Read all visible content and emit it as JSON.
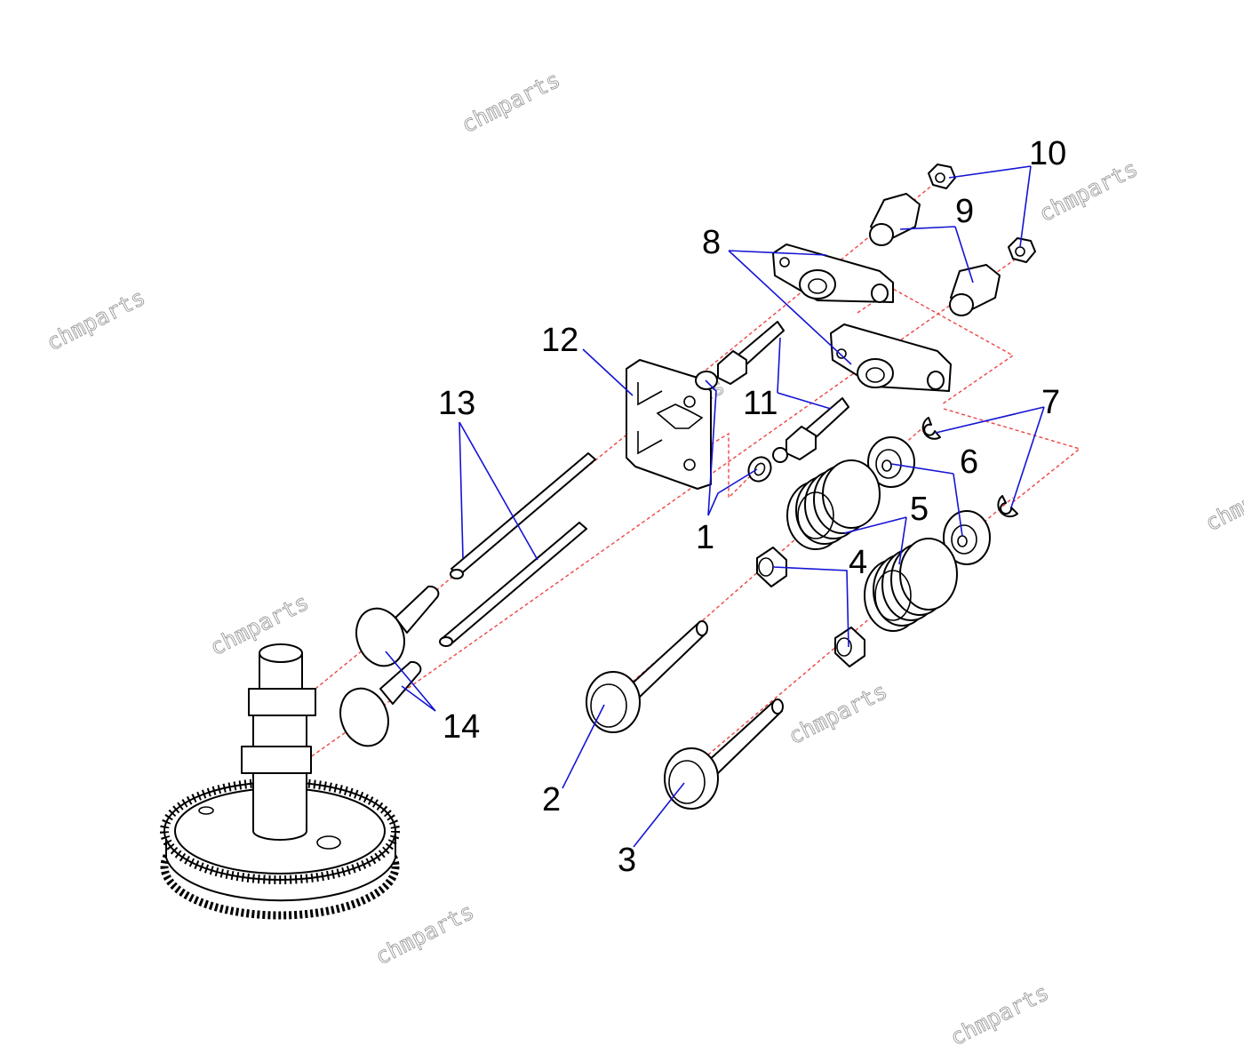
{
  "colors": {
    "leader": "#1414d4",
    "axis": "#ef4444",
    "outline": "#000000",
    "watermark": "#9a9a9a",
    "background": "#ffffff"
  },
  "callouts": {
    "c1": "1",
    "c2": "2",
    "c3": "3",
    "c4": "4",
    "c5": "5",
    "c6": "6",
    "c7": "7",
    "c8": "8",
    "c9": "9",
    "c10": "10",
    "c11": "11",
    "c12": "12",
    "c13": "13",
    "c14": "14"
  },
  "watermarks": [
    "chmparts",
    "chmparts",
    "chmparts",
    "chmparts",
    "chmparts",
    "chmparts",
    "chmparts",
    "chmparts",
    "chmparts"
  ]
}
